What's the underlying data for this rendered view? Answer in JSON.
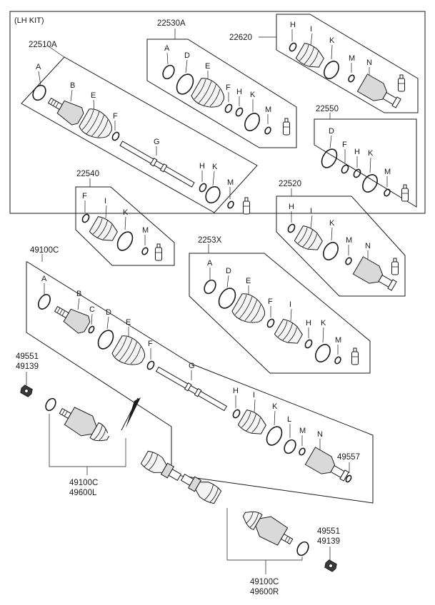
{
  "kit_label": "(LH KIT)",
  "groups": {
    "g22510A": {
      "number": "22510A",
      "letters": [
        "A",
        "B",
        "E",
        "F",
        "G",
        "H",
        "K",
        "M"
      ]
    },
    "g22530A": {
      "number": "22530A",
      "letters": [
        "A",
        "D",
        "E",
        "F",
        "H",
        "K",
        "M"
      ]
    },
    "g22620": {
      "number": "22620",
      "letters": [
        "H",
        "I",
        "K",
        "M",
        "N"
      ]
    },
    "g22550": {
      "number": "22550",
      "letters": [
        "D",
        "F",
        "H",
        "K",
        "M"
      ]
    },
    "g22540": {
      "number": "22540",
      "letters": [
        "F",
        "I",
        "K",
        "M"
      ]
    },
    "g22520": {
      "number": "22520",
      "letters": [
        "H",
        "I",
        "K",
        "M",
        "N"
      ]
    },
    "g2253X": {
      "number": "2253X",
      "letters": [
        "A",
        "D",
        "E",
        "F",
        "I",
        "H",
        "K",
        "M"
      ]
    },
    "g49100C": {
      "number": "49100C",
      "letters": [
        "A",
        "B",
        "C",
        "D",
        "E",
        "F",
        "G",
        "H",
        "I",
        "K",
        "L",
        "M",
        "N"
      ]
    }
  },
  "callouts": {
    "nut_left": [
      "49551",
      "49139"
    ],
    "washer_right": "49557",
    "assy_left": [
      "49100C",
      "49600L"
    ],
    "nut_right": [
      "49551",
      "49139"
    ],
    "assy_right": [
      "49100C",
      "49600R"
    ]
  }
}
